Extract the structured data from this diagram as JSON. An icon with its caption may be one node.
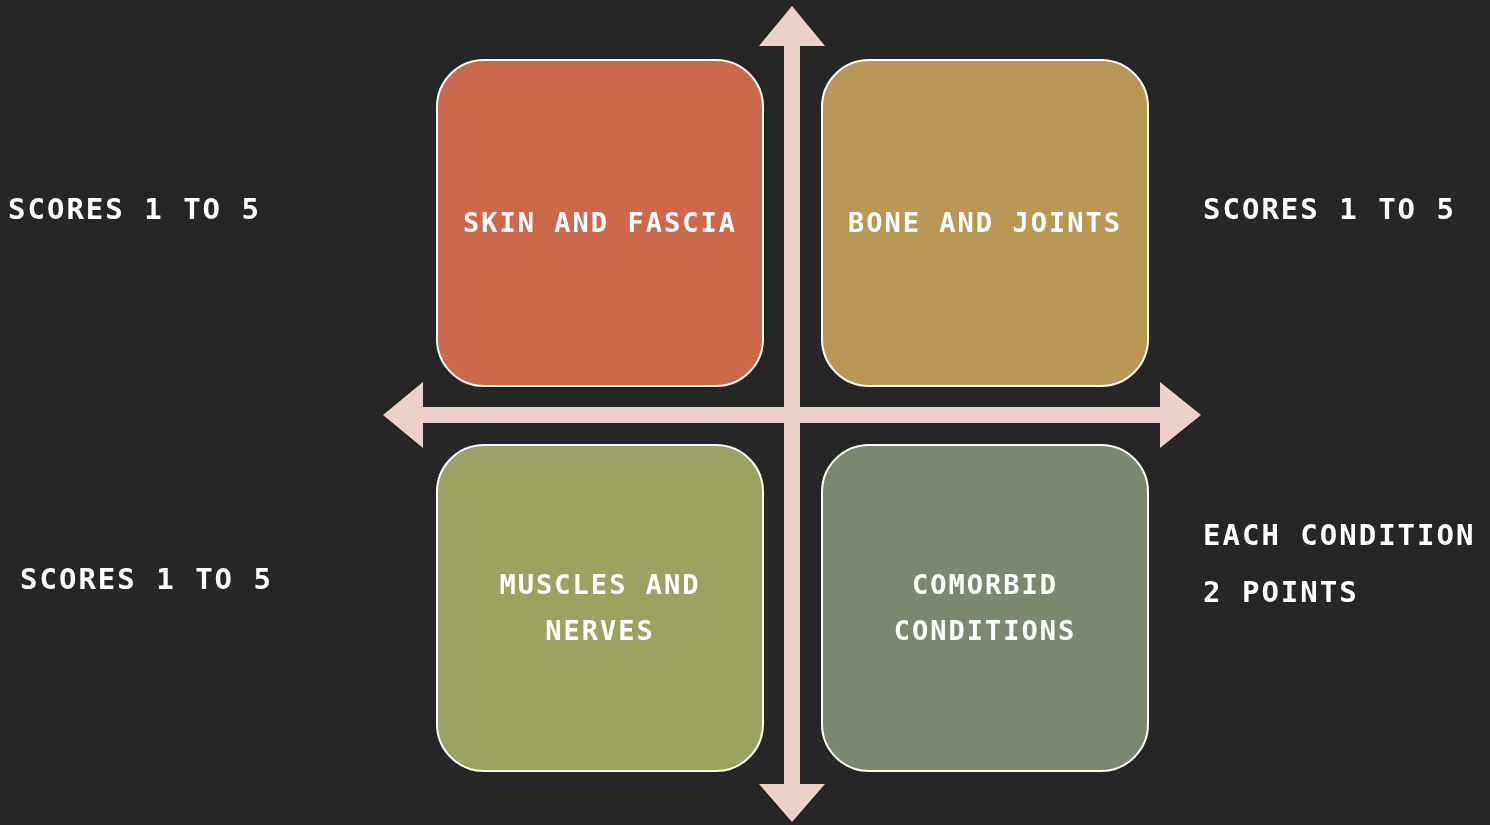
{
  "diagram": {
    "nodes": [
      {
        "text": [
          "SKIN AND FASCIA"
        ]
      },
      {
        "text": [
          "BONE AND JOINTS"
        ]
      },
      {
        "text": [
          "MUSCLES AND NERVES"
        ]
      },
      {
        "text": [
          "COMORBID CONDITIONS"
        ]
      }
    ],
    "labels": [
      "SCORES 1 TO 5",
      "SCORES 1 TO 5",
      "SCORES 1 TO 5",
      "EACH CONDITION 2 POINTS"
    ]
  }
}
